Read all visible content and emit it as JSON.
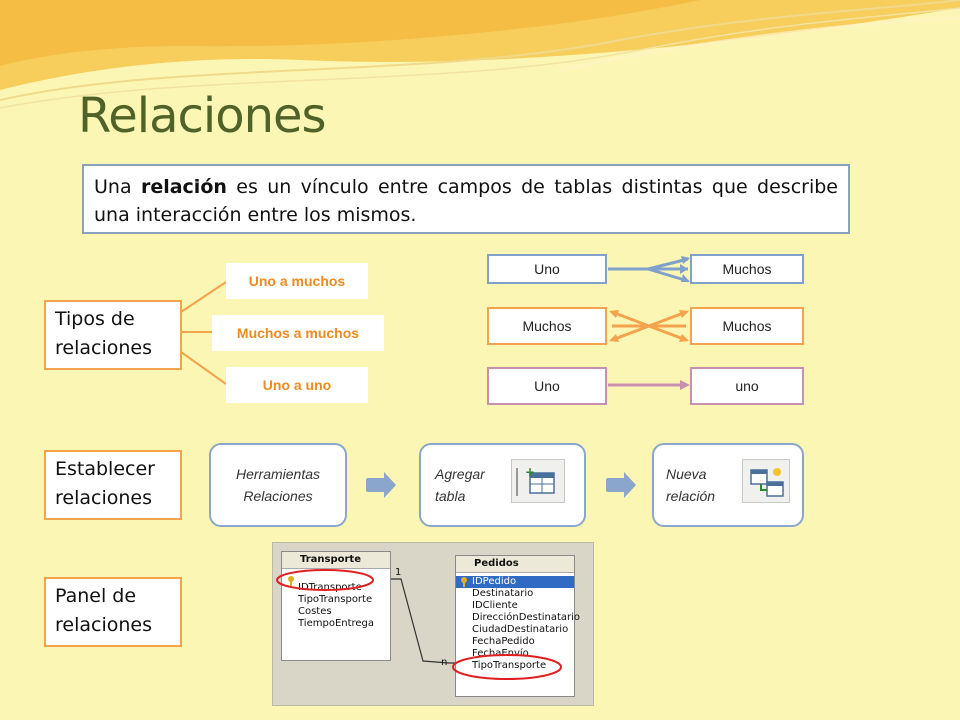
{
  "slide": {
    "title": "Relaciones",
    "intro": {
      "before": "Una ",
      "bold": "relación",
      "after": " es un vínculo entre campos de tablas distintas que describe una interacción entre los mismos."
    }
  },
  "sections": {
    "types_label": "Tipos de relaciones",
    "establish_label": "Establecer relaciones",
    "panel_label": "Panel de relaciones"
  },
  "relation_types": [
    "Uno a muchos",
    "Muchos a muchos",
    "Uno a uno"
  ],
  "relation_examples": [
    {
      "left": "Uno",
      "right": "Muchos"
    },
    {
      "left": "Muchos",
      "right": "Muchos"
    },
    {
      "left": "Uno",
      "right": "uno"
    }
  ],
  "steps": [
    {
      "label": "Herramientas Relaciones"
    },
    {
      "label": "Agregar tabla"
    },
    {
      "label": "Nueva relación"
    }
  ],
  "panel": {
    "left_table": {
      "name": "Transporte",
      "fields": [
        "IDTransporte",
        "TipoTransporte",
        "Costes",
        "TiempoEntrega"
      ]
    },
    "right_table": {
      "name": "Pedidos",
      "fields": [
        "IDPedido",
        "Destinatario",
        "IDCliente",
        "DirecciónDestinatario",
        "CiudadDestinatario",
        "FechaPedido",
        "FechaEnvío",
        "TipoTransporte"
      ]
    },
    "one_label": "1",
    "many_label": "n"
  },
  "colors": {
    "title": "#4f6228",
    "background": "#fbf6b4",
    "accent_orange": "#f3a34b",
    "accent_blue": "#7fa1cc",
    "accent_pink": "#c98fb0",
    "highlight_red": "#e02020"
  }
}
